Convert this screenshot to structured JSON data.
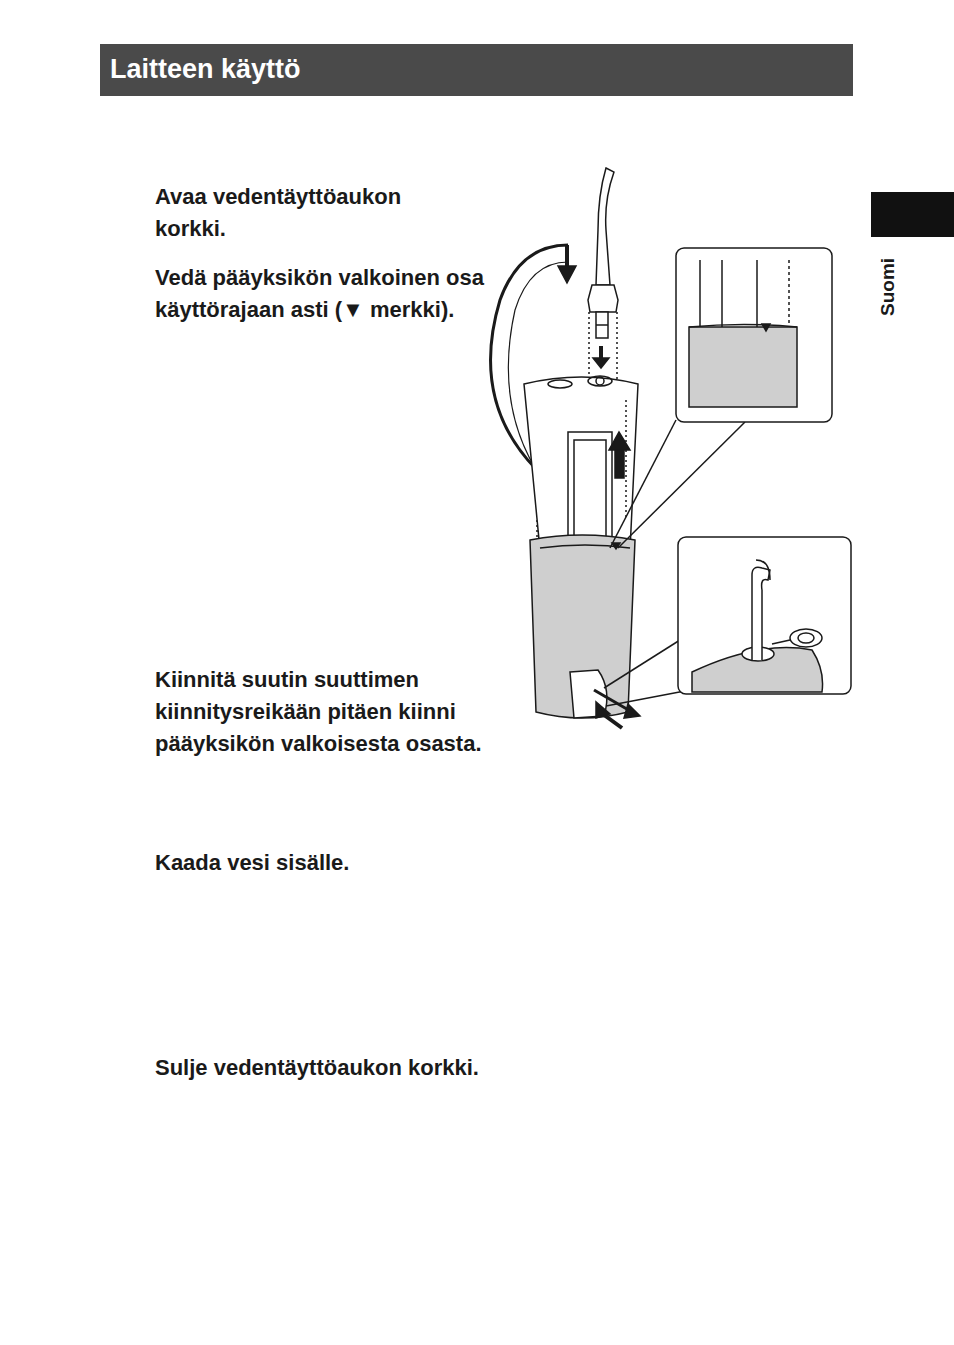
{
  "diagram": {
    "title": "Laitteen käyttö",
    "labels": [
      "Avaa vedentäyttöaukon korkki.",
      "Vedä pääyksikön valkoinen osa käyttörajaan asti (▼ merkki).",
      "Kiinnitä suutin suuttimen kiinnitysreikään pitäen kiinni pääyksikön valkoisesta osasta.",
      "Kaada vesi sisälle.",
      "Sulje vedentäyttöaukon korkki.",
      "Suomi"
    ]
  }
}
